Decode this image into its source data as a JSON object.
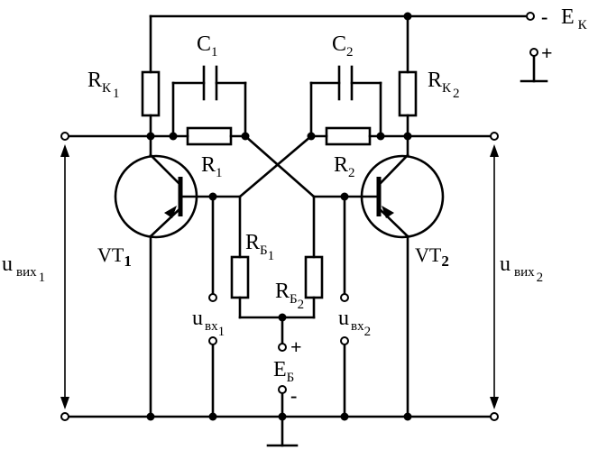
{
  "supply": {
    "label": "E",
    "sub": "К",
    "minus": "-",
    "plus": "+"
  },
  "collector_resistors": [
    {
      "label": "R",
      "sub": "К",
      "index": "1"
    },
    {
      "label": "R",
      "sub": "К",
      "index": "2"
    }
  ],
  "capacitors": [
    {
      "label": "C",
      "index": "1"
    },
    {
      "label": "C",
      "index": "2"
    }
  ],
  "coupling_resistors": [
    {
      "label": "R",
      "index": "1"
    },
    {
      "label": "R",
      "index": "2"
    }
  ],
  "base_resistors": [
    {
      "label": "R",
      "sub": "Б",
      "index": "1"
    },
    {
      "label": "R",
      "sub": "Б",
      "index": "2"
    }
  ],
  "transistors": [
    {
      "label": "VT",
      "index": "1"
    },
    {
      "label": "VT",
      "index": "2"
    }
  ],
  "inputs": [
    {
      "label": "u",
      "sub": "вх",
      "index": "1"
    },
    {
      "label": "u",
      "sub": "вх",
      "index": "2"
    }
  ],
  "outputs": [
    {
      "label": "u",
      "sub": "вих",
      "index": "1"
    },
    {
      "label": "u",
      "sub": "вих",
      "index": "2"
    }
  ],
  "base_supply": {
    "label": "E",
    "sub": "Б",
    "plus": "+",
    "minus": "-"
  }
}
